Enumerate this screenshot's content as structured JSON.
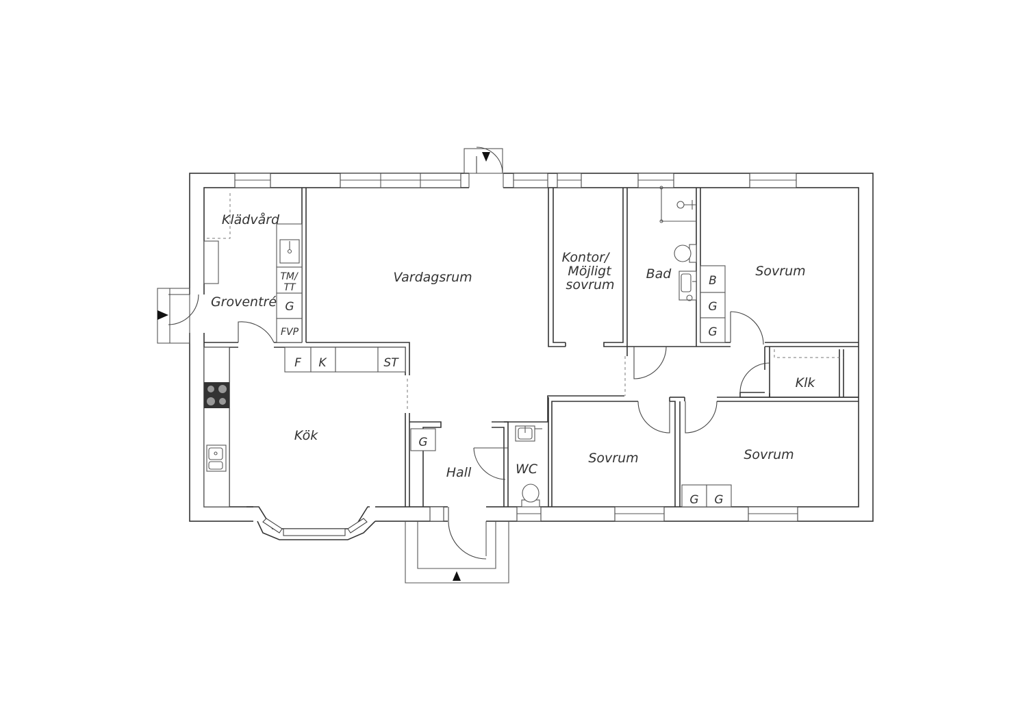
{
  "rooms": {
    "kladvard": "Klädvård",
    "groventre": "Groventré",
    "vardagsrum": "Vardagsrum",
    "kontor_line1": "Kontor/",
    "kontor_line2": "Möjligt",
    "kontor_line3": "sovrum",
    "bad": "Bad",
    "sovrum_ne": "Sovrum",
    "klk": "Klk",
    "kok": "Kök",
    "hall": "Hall",
    "wc": "WC",
    "sovrum_s1": "Sovrum",
    "sovrum_s2": "Sovrum"
  },
  "fixtures": {
    "tm_line1": "TM/",
    "tm_line2": "TT",
    "g": "G",
    "fvp": "FVP",
    "f": "F",
    "k": "K",
    "st": "ST",
    "b": "B"
  },
  "colors": {
    "wall": "#333333",
    "background": "#ffffff"
  }
}
